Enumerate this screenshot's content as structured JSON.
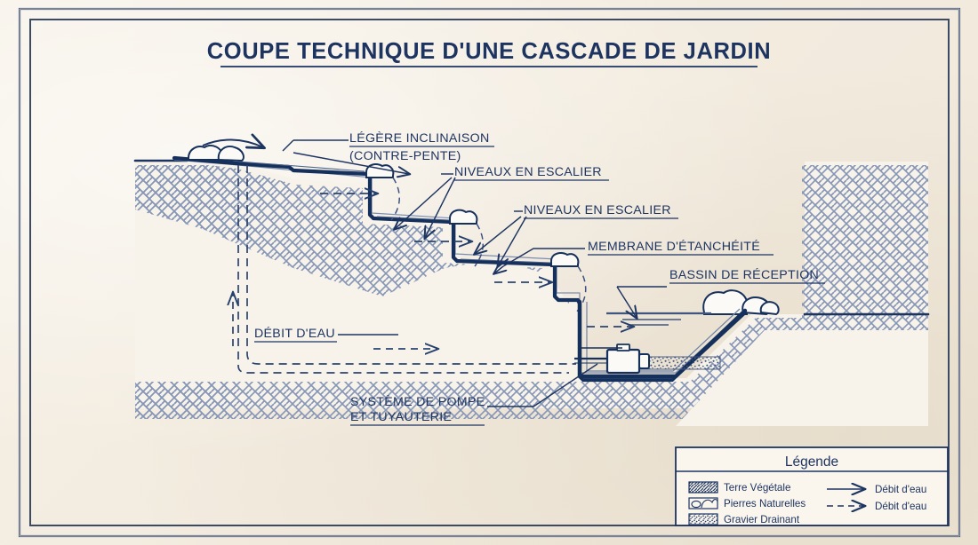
{
  "document": {
    "title": "COUPE TECHNIQUE D'UNE CASCADE DE JARDIN",
    "drawing_type": "technical-section-drawing",
    "language": "fr",
    "paper_color": "#f3ece0",
    "ink_color": "#1d3461",
    "ink_light": "#5a6f96",
    "hatch_color": "#8494b4"
  },
  "annotations": [
    {
      "id": "legere-inclinaison",
      "line1": "LÉGÈRE INCLINAISON",
      "line2": "(CONTRE-PENTE)"
    },
    {
      "id": "niveaux-escalier-1",
      "line1": "NIVEAUX EN ESCALIER",
      "line2": ""
    },
    {
      "id": "niveaux-escalier-2",
      "line1": "NIVEAUX EN ESCALIER",
      "line2": ""
    },
    {
      "id": "membrane-etancheite",
      "line1": "MEMBRANE D'ÉTANCHÉITÉ",
      "line2": ""
    },
    {
      "id": "bassin-reception",
      "line1": "BASSIN DE RÉCEPTION",
      "line2": ""
    },
    {
      "id": "debit-eau",
      "line1": "DÉBIT D'EAU",
      "line2": ""
    },
    {
      "id": "systeme-pompe",
      "line1": "SYSTÈME DE POMPE",
      "line2": "ET TUYAUTERIE"
    }
  ],
  "legend": {
    "title": "Légende",
    "materials": [
      {
        "swatch": "terre-vegetale-hatch",
        "label": "Terre Végétale"
      },
      {
        "swatch": "pierres-naturelles-hatch",
        "label": "Pierres Naturelles"
      },
      {
        "swatch": "gravier-drainant-hatch",
        "label": "Gravier Drainant"
      }
    ],
    "flows": [
      {
        "swatch": "solid-arrow",
        "label": "Débit d'eau"
      },
      {
        "swatch": "dashed-arrow",
        "label": "Débit d'eau"
      }
    ]
  }
}
